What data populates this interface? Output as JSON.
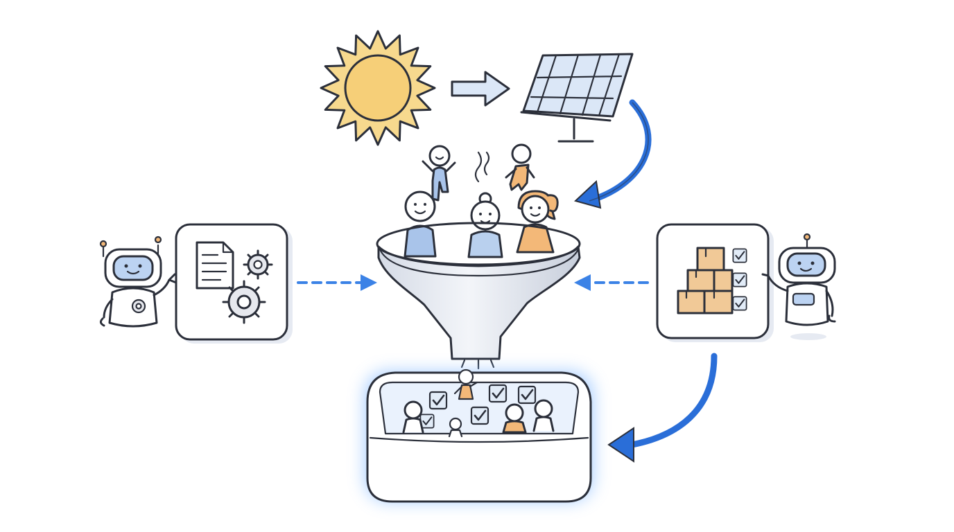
{
  "colors": {
    "ink": "#2b2f3a",
    "sun_fill": "#f7d98e",
    "panel_fill": "#dbe7f7",
    "person_blue": "#a9c4ea",
    "person_orange": "#f3b878",
    "arrow_blue": "#2a6ed8",
    "dashed_blue": "#3b82e6",
    "funnel_fill": "#e4e8ef",
    "box_fill": "#f1c997",
    "glow": "#8fc0ff",
    "card_shadow": "#e6eaf2"
  },
  "icons": [
    "sun-icon",
    "solar-panel-icon",
    "arrow-right-icon",
    "curved-arrow-icon",
    "funnel-icon",
    "person-icon",
    "robot-icon",
    "document-icon",
    "gear-icon",
    "box-stack-icon",
    "checkbox-icon",
    "container-tub-icon",
    "dashed-arrow-icon"
  ],
  "flow": {
    "people_in_funnel": 3,
    "people_falling": 2,
    "checkboxes_in_tub": 5,
    "people_in_tub": 5,
    "box_stack_checks": 3
  }
}
